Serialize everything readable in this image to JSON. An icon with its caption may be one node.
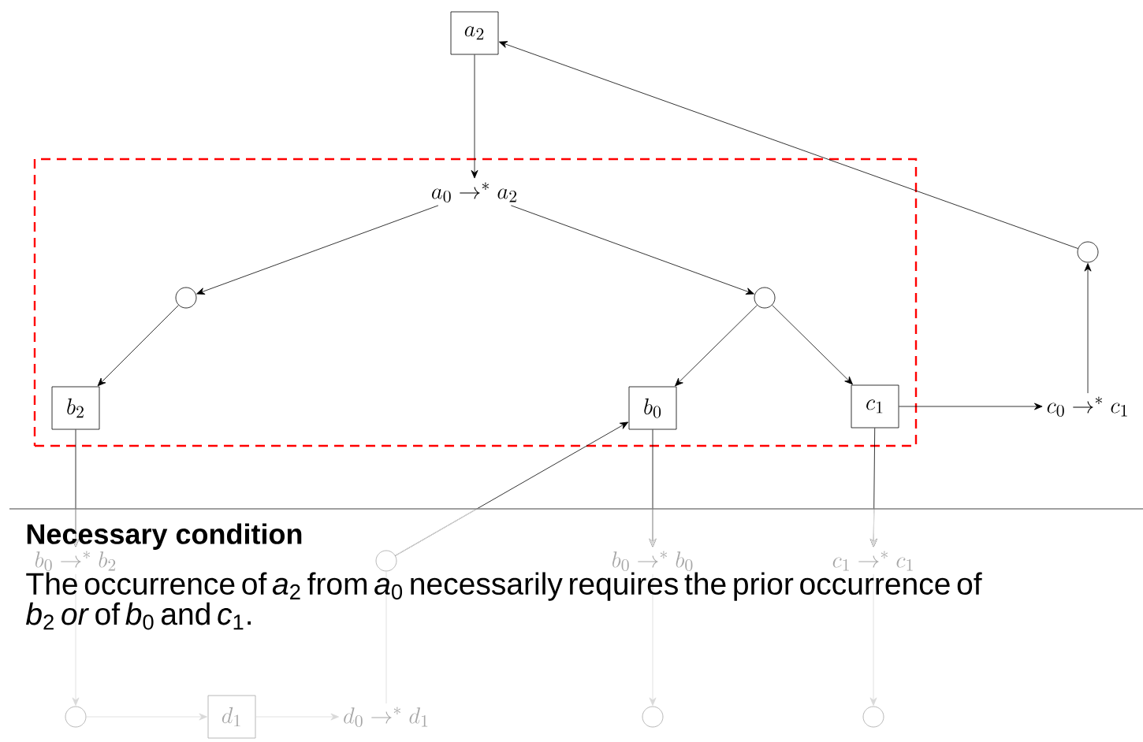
{
  "diagram": {
    "nodes": [
      {
        "text": [
          "a_2"
        ]
      },
      {
        "text": [],
        "shape": "box"
      },
      {
        "text": [
          "a_0 \\to^{*} a_2"
        ],
        "in": 1
      },
      {
        "text": [],
        "shape": "circle",
        "in": 1
      },
      {
        "text": [],
        "shape": "circle",
        "in": 1
      },
      {
        "text": [
          "b_2"
        ],
        "in": 1
      },
      {
        "text": [
          "b_0"
        ],
        "in": 1
      },
      {
        "text": [
          "c_1"
        ],
        "in": 1
      },
      {
        "text": [
          "c_0 \\to^{*} c_1"
        ]
      },
      {
        "text": [],
        "shape": "circle"
      },
      {
        "text": [
          "b_0 \\to^{*} b_2"
        ]
      },
      {
        "text": [],
        "shape": "circle"
      },
      {
        "text": [
          "b_0 \\to^{*} b_0"
        ]
      },
      {
        "text": [
          "c_1 \\to^{*} c_1"
        ]
      },
      {
        "text": [],
        "shape": "circle"
      },
      {
        "text": [
          "d_1"
        ]
      },
      {
        "text": [
          "d_0 \\to^{*} d_1"
        ]
      },
      {
        "text": [],
        "shape": "circle"
      },
      {
        "text": [],
        "shape": "circle"
      }
    ],
    "edges": [
      {
        "from": 0,
        "to": 2,
        "arrow": "to",
        "color": "#000000"
      },
      {
        "from": 2,
        "to": 3,
        "arrow": "to",
        "color": "#000000"
      },
      {
        "from": 2,
        "to": 4,
        "arrow": "to",
        "color": "#000000"
      },
      {
        "from": 3,
        "to": 5,
        "arrow": "to",
        "color": "#000000"
      },
      {
        "from": 4,
        "to": 6,
        "arrow": "to",
        "color": "#000000"
      },
      {
        "from": 4,
        "to": 7,
        "arrow": "to",
        "color": "#000000"
      },
      {
        "from": 7,
        "to": 8,
        "arrow": "to",
        "color": "#000000"
      },
      {
        "from": 8,
        "to": 9,
        "arrow": "to",
        "color": "#000000"
      },
      {
        "from": 9,
        "to": 0,
        "arrow": "to",
        "color": "#000000"
      },
      {
        "from": 5,
        "to": 10,
        "arrow": "to"
      },
      {
        "from": 6,
        "to": 12,
        "arrow": "to"
      },
      {
        "from": 7,
        "to": 13,
        "arrow": "to"
      },
      {
        "from": 11,
        "to": 6,
        "arrow": "to"
      },
      {
        "from": 10,
        "to": 14,
        "arrow": "to",
        "color": "#d9d9d9"
      },
      {
        "from": 14,
        "to": 15,
        "arrow": "to",
        "color": "#d9d9d9"
      },
      {
        "from": 15,
        "to": 16,
        "arrow": "to",
        "color": "#d9d9d9"
      },
      {
        "from": 16,
        "to": 11,
        "arrow": "none",
        "color": "#d9d9d9"
      },
      {
        "from": 12,
        "to": 17,
        "arrow": "to",
        "color": "#d9d9d9"
      },
      {
        "from": 13,
        "to": 18,
        "arrow": "to",
        "color": "#d9d9d9"
      }
    ],
    "labels": [
      "Necessary condition",
      "The occurrence of *a*$_{2}$ from *a*$_{0}$ necessarily requires the prior occurrence of *b*$_{2}$ *or* of *b*$_{0}$ and *c*$_{1}$."
    ]
  }
}
